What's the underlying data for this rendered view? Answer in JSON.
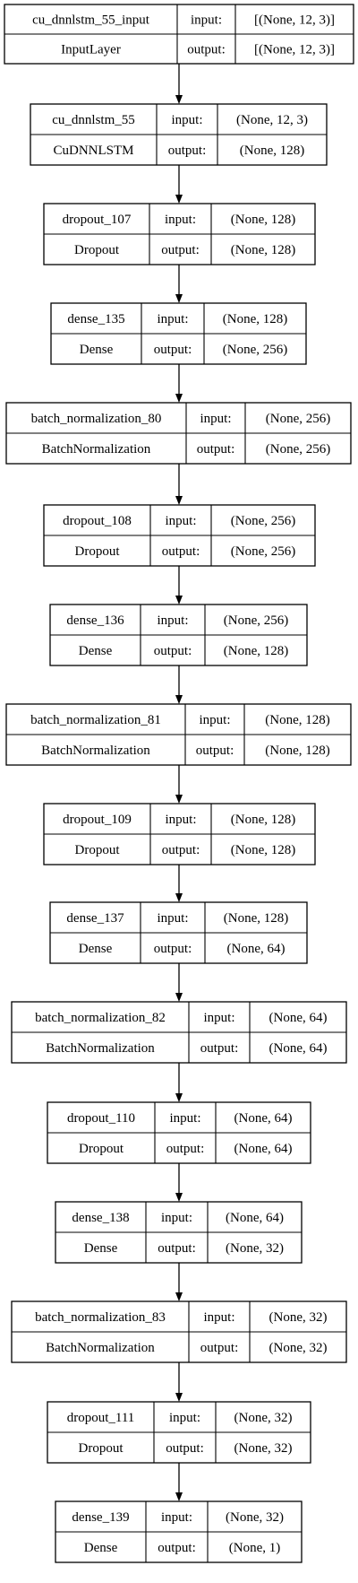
{
  "layers": [
    {
      "name": "cu_dnnlstm_55_input",
      "type": "InputLayer",
      "input_label": "input:",
      "output_label": "output:",
      "input_shape": "[(None, 12, 3)]",
      "output_shape": "[(None, 12, 3)]"
    },
    {
      "name": "cu_dnnlstm_55",
      "type": "CuDNNLSTM",
      "input_label": "input:",
      "output_label": "output:",
      "input_shape": "(None, 12, 3)",
      "output_shape": "(None, 128)"
    },
    {
      "name": "dropout_107",
      "type": "Dropout",
      "input_label": "input:",
      "output_label": "output:",
      "input_shape": "(None, 128)",
      "output_shape": "(None, 128)"
    },
    {
      "name": "dense_135",
      "type": "Dense",
      "input_label": "input:",
      "output_label": "output:",
      "input_shape": "(None, 128)",
      "output_shape": "(None, 256)"
    },
    {
      "name": "batch_normalization_80",
      "type": "BatchNormalization",
      "input_label": "input:",
      "output_label": "output:",
      "input_shape": "(None, 256)",
      "output_shape": "(None, 256)"
    },
    {
      "name": "dropout_108",
      "type": "Dropout",
      "input_label": "input:",
      "output_label": "output:",
      "input_shape": "(None, 256)",
      "output_shape": "(None, 256)"
    },
    {
      "name": "dense_136",
      "type": "Dense",
      "input_label": "input:",
      "output_label": "output:",
      "input_shape": "(None, 256)",
      "output_shape": "(None, 128)"
    },
    {
      "name": "batch_normalization_81",
      "type": "BatchNormalization",
      "input_label": "input:",
      "output_label": "output:",
      "input_shape": "(None, 128)",
      "output_shape": "(None, 128)"
    },
    {
      "name": "dropout_109",
      "type": "Dropout",
      "input_label": "input:",
      "output_label": "output:",
      "input_shape": "(None, 128)",
      "output_shape": "(None, 128)"
    },
    {
      "name": "dense_137",
      "type": "Dense",
      "input_label": "input:",
      "output_label": "output:",
      "input_shape": "(None, 128)",
      "output_shape": "(None, 64)"
    },
    {
      "name": "batch_normalization_82",
      "type": "BatchNormalization",
      "input_label": "input:",
      "output_label": "output:",
      "input_shape": "(None, 64)",
      "output_shape": "(None, 64)"
    },
    {
      "name": "dropout_110",
      "type": "Dropout",
      "input_label": "input:",
      "output_label": "output:",
      "input_shape": "(None, 64)",
      "output_shape": "(None, 64)"
    },
    {
      "name": "dense_138",
      "type": "Dense",
      "input_label": "input:",
      "output_label": "output:",
      "input_shape": "(None, 64)",
      "output_shape": "(None, 32)"
    },
    {
      "name": "batch_normalization_83",
      "type": "BatchNormalization",
      "input_label": "input:",
      "output_label": "output:",
      "input_shape": "(None, 32)",
      "output_shape": "(None, 32)"
    },
    {
      "name": "dropout_111",
      "type": "Dropout",
      "input_label": "input:",
      "output_label": "output:",
      "input_shape": "(None, 32)",
      "output_shape": "(None, 32)"
    },
    {
      "name": "dense_139",
      "type": "Dense",
      "input_label": "input:",
      "output_label": "output:",
      "input_shape": "(None, 32)",
      "output_shape": "(None, 1)"
    }
  ]
}
